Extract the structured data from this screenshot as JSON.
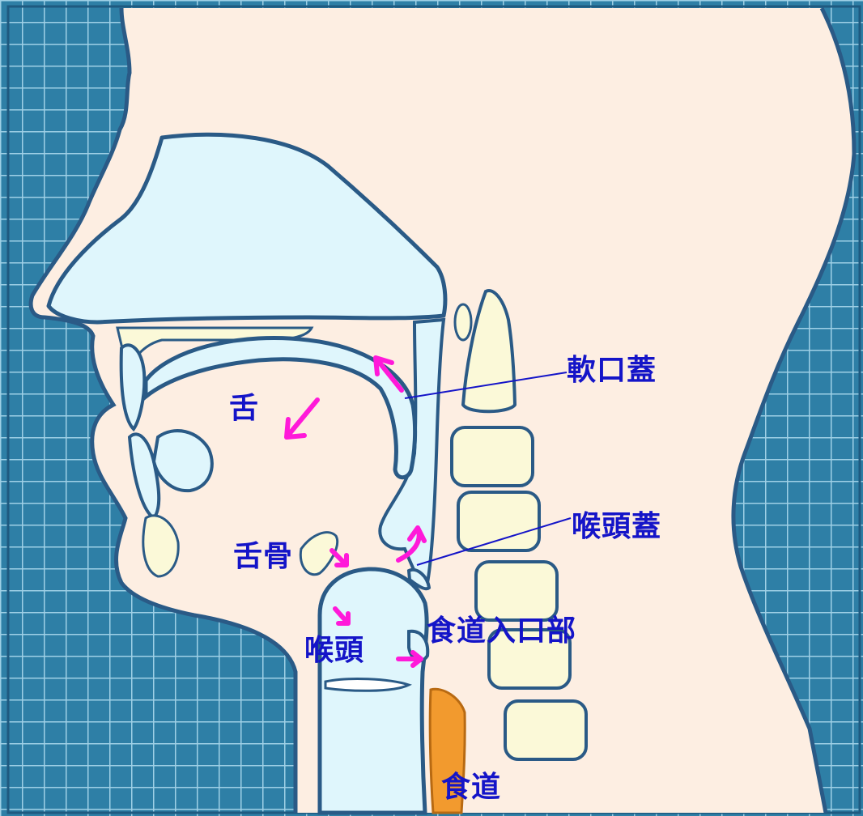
{
  "labels": {
    "soft_palate": "軟口蓋",
    "tongue": "舌",
    "hyoid": "舌骨",
    "epiglottis": "喉頭蓋",
    "larynx": "喉頭",
    "esophageal_entrance": "食道入口部",
    "esophagus": "食道"
  },
  "colors": {
    "background_tile": "#2e7fa6",
    "grid_line": "#9fd0e6",
    "skin": "#fdeee2",
    "outline": "#2a5a86",
    "airway": "#dff6fc",
    "bone": "#fbf9d8",
    "esophagus": "#f29a2e",
    "arrow": "#ff19d9",
    "label_text": "#1414c8"
  }
}
